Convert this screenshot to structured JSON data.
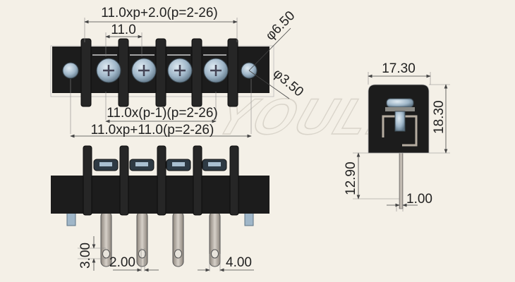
{
  "watermark": "YOULE",
  "top_view": {
    "overall_width": "11.0xp+2.0(p=2-26)",
    "pitch": "11.0",
    "hole_large": "φ6.50",
    "hole_small": "φ3.50",
    "pitch_span": "11.0x(p-1)(p=2-26)",
    "total_length": "11.0xp+11.0(p=2-26)"
  },
  "front_view": {
    "pin_hole_offset": "3.00",
    "pin_hole_dia": "2.00",
    "pin_width": "4.00"
  },
  "side_view": {
    "depth": "17.30",
    "height": "18.30",
    "pin_length": "12.90",
    "pin_thickness": "1.00"
  },
  "colors": {
    "background": "#f4f0e7",
    "body": "#1c1c1c",
    "screw": "#9fb6c8",
    "pin": "#b9b2a8"
  }
}
